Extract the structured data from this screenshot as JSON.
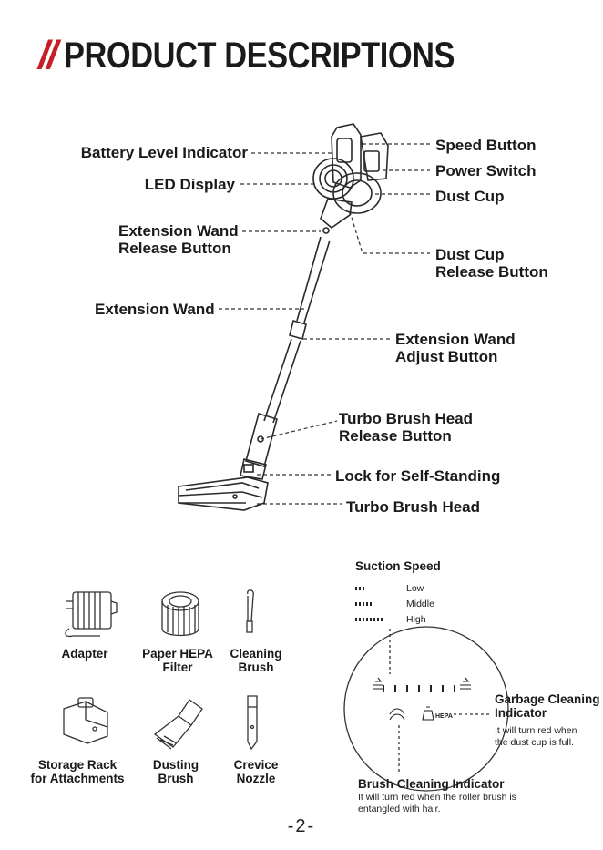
{
  "header": {
    "slashes": "//",
    "title": "PRODUCT DESCRIPTIONS"
  },
  "callouts_left": {
    "battery": "Battery Level Indicator",
    "led": "LED Display",
    "wand_release_1": "Extension Wand",
    "wand_release_2": "Release Button",
    "wand": "Extension Wand"
  },
  "callouts_right": {
    "speed": "Speed Button",
    "power": "Power Switch",
    "dust_cup": "Dust Cup",
    "dust_release_1": "Dust Cup",
    "dust_release_2": "Release Button",
    "wand_adjust_1": "Extension Wand",
    "wand_adjust_2": "Adjust Button",
    "turbo_release_1": "Turbo Brush Head",
    "turbo_release_2": "Release Button",
    "lock": "Lock for Self-Standing",
    "turbo_head": "Turbo Brush Head"
  },
  "accessories": {
    "adapter": "Adapter",
    "hepa_1": "Paper HEPA",
    "hepa_2": "Filter",
    "cleaning_1": "Cleaning",
    "cleaning_2": "Brush",
    "rack_1": "Storage Rack",
    "rack_2": "for Attachments",
    "dusting_1": "Dusting",
    "dusting_2": "Brush",
    "crevice_1": "Crevice",
    "crevice_2": "Nozzle"
  },
  "display": {
    "suction_title": "Suction Speed",
    "low": "Low",
    "middle": "Middle",
    "high": "High",
    "hepa_label": "HEPA",
    "garbage_1": "Garbage Cleaning",
    "garbage_2": "Indicator",
    "garbage_desc_1": "It will turn red when",
    "garbage_desc_2": "the dust cup is full.",
    "brush_title": "Brush Cleaning Indicator",
    "brush_desc_1": "It will turn red when the roller brush is",
    "brush_desc_2": "entangled with hair."
  },
  "page_number": "-2-",
  "colors": {
    "accent": "#c62026",
    "text": "#1a1a1a"
  }
}
